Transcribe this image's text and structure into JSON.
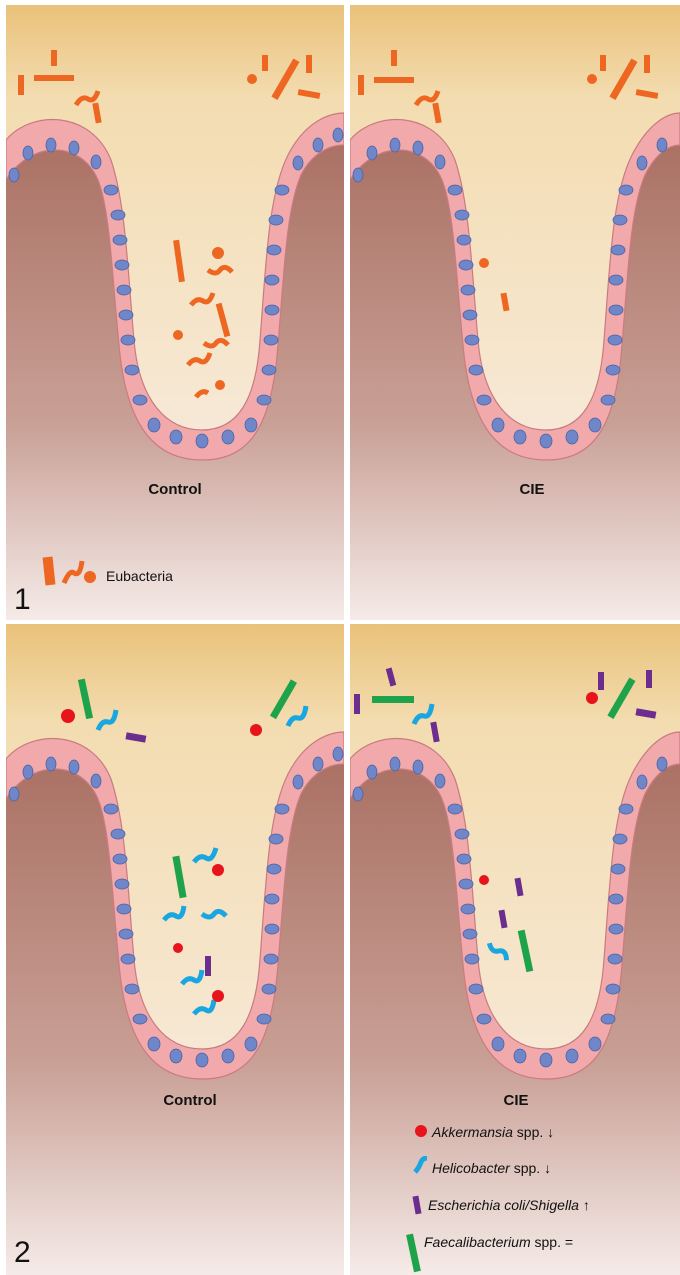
{
  "figure": {
    "panel1": {
      "number": "1",
      "left_caption": "Control",
      "right_caption": "CIE",
      "legend_label": "Eubacteria"
    },
    "panel2": {
      "number": "2",
      "left_caption": "Control",
      "right_caption": "CIE",
      "legend": [
        {
          "italic": "Akkermansia",
          "rest": " spp. ↓",
          "icon": "red-dot",
          "color": "#e8141c"
        },
        {
          "italic": "Helicobacter",
          "rest": " spp. ↓",
          "icon": "blue-curved-rod",
          "color": "#1aa6e0"
        },
        {
          "italic": "Escherichia coli/Shigella",
          "rest": " ↑",
          "icon": "purple-rod",
          "color": "#6b2d8e"
        },
        {
          "italic": "Faecalibacterium",
          "rest": " spp. =",
          "icon": "green-rod",
          "color": "#1ea34a"
        }
      ]
    },
    "colors": {
      "eubacteria": "#ee6722",
      "lumen_top": "#e9c27a",
      "tissue": "#a96f62",
      "epithelium": "#f2a9ac",
      "nucleus": "#6f86c8"
    }
  }
}
